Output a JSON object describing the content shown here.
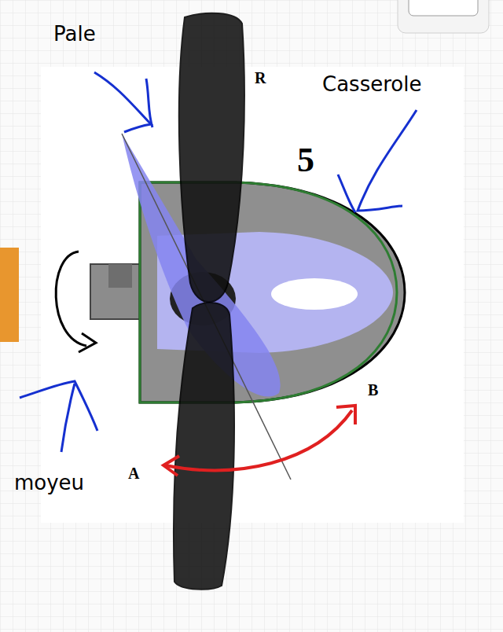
{
  "diagram": {
    "labels": [
      "Pale",
      "R",
      "Casserole",
      "5",
      "B",
      "A",
      "moyeu"
    ]
  }
}
